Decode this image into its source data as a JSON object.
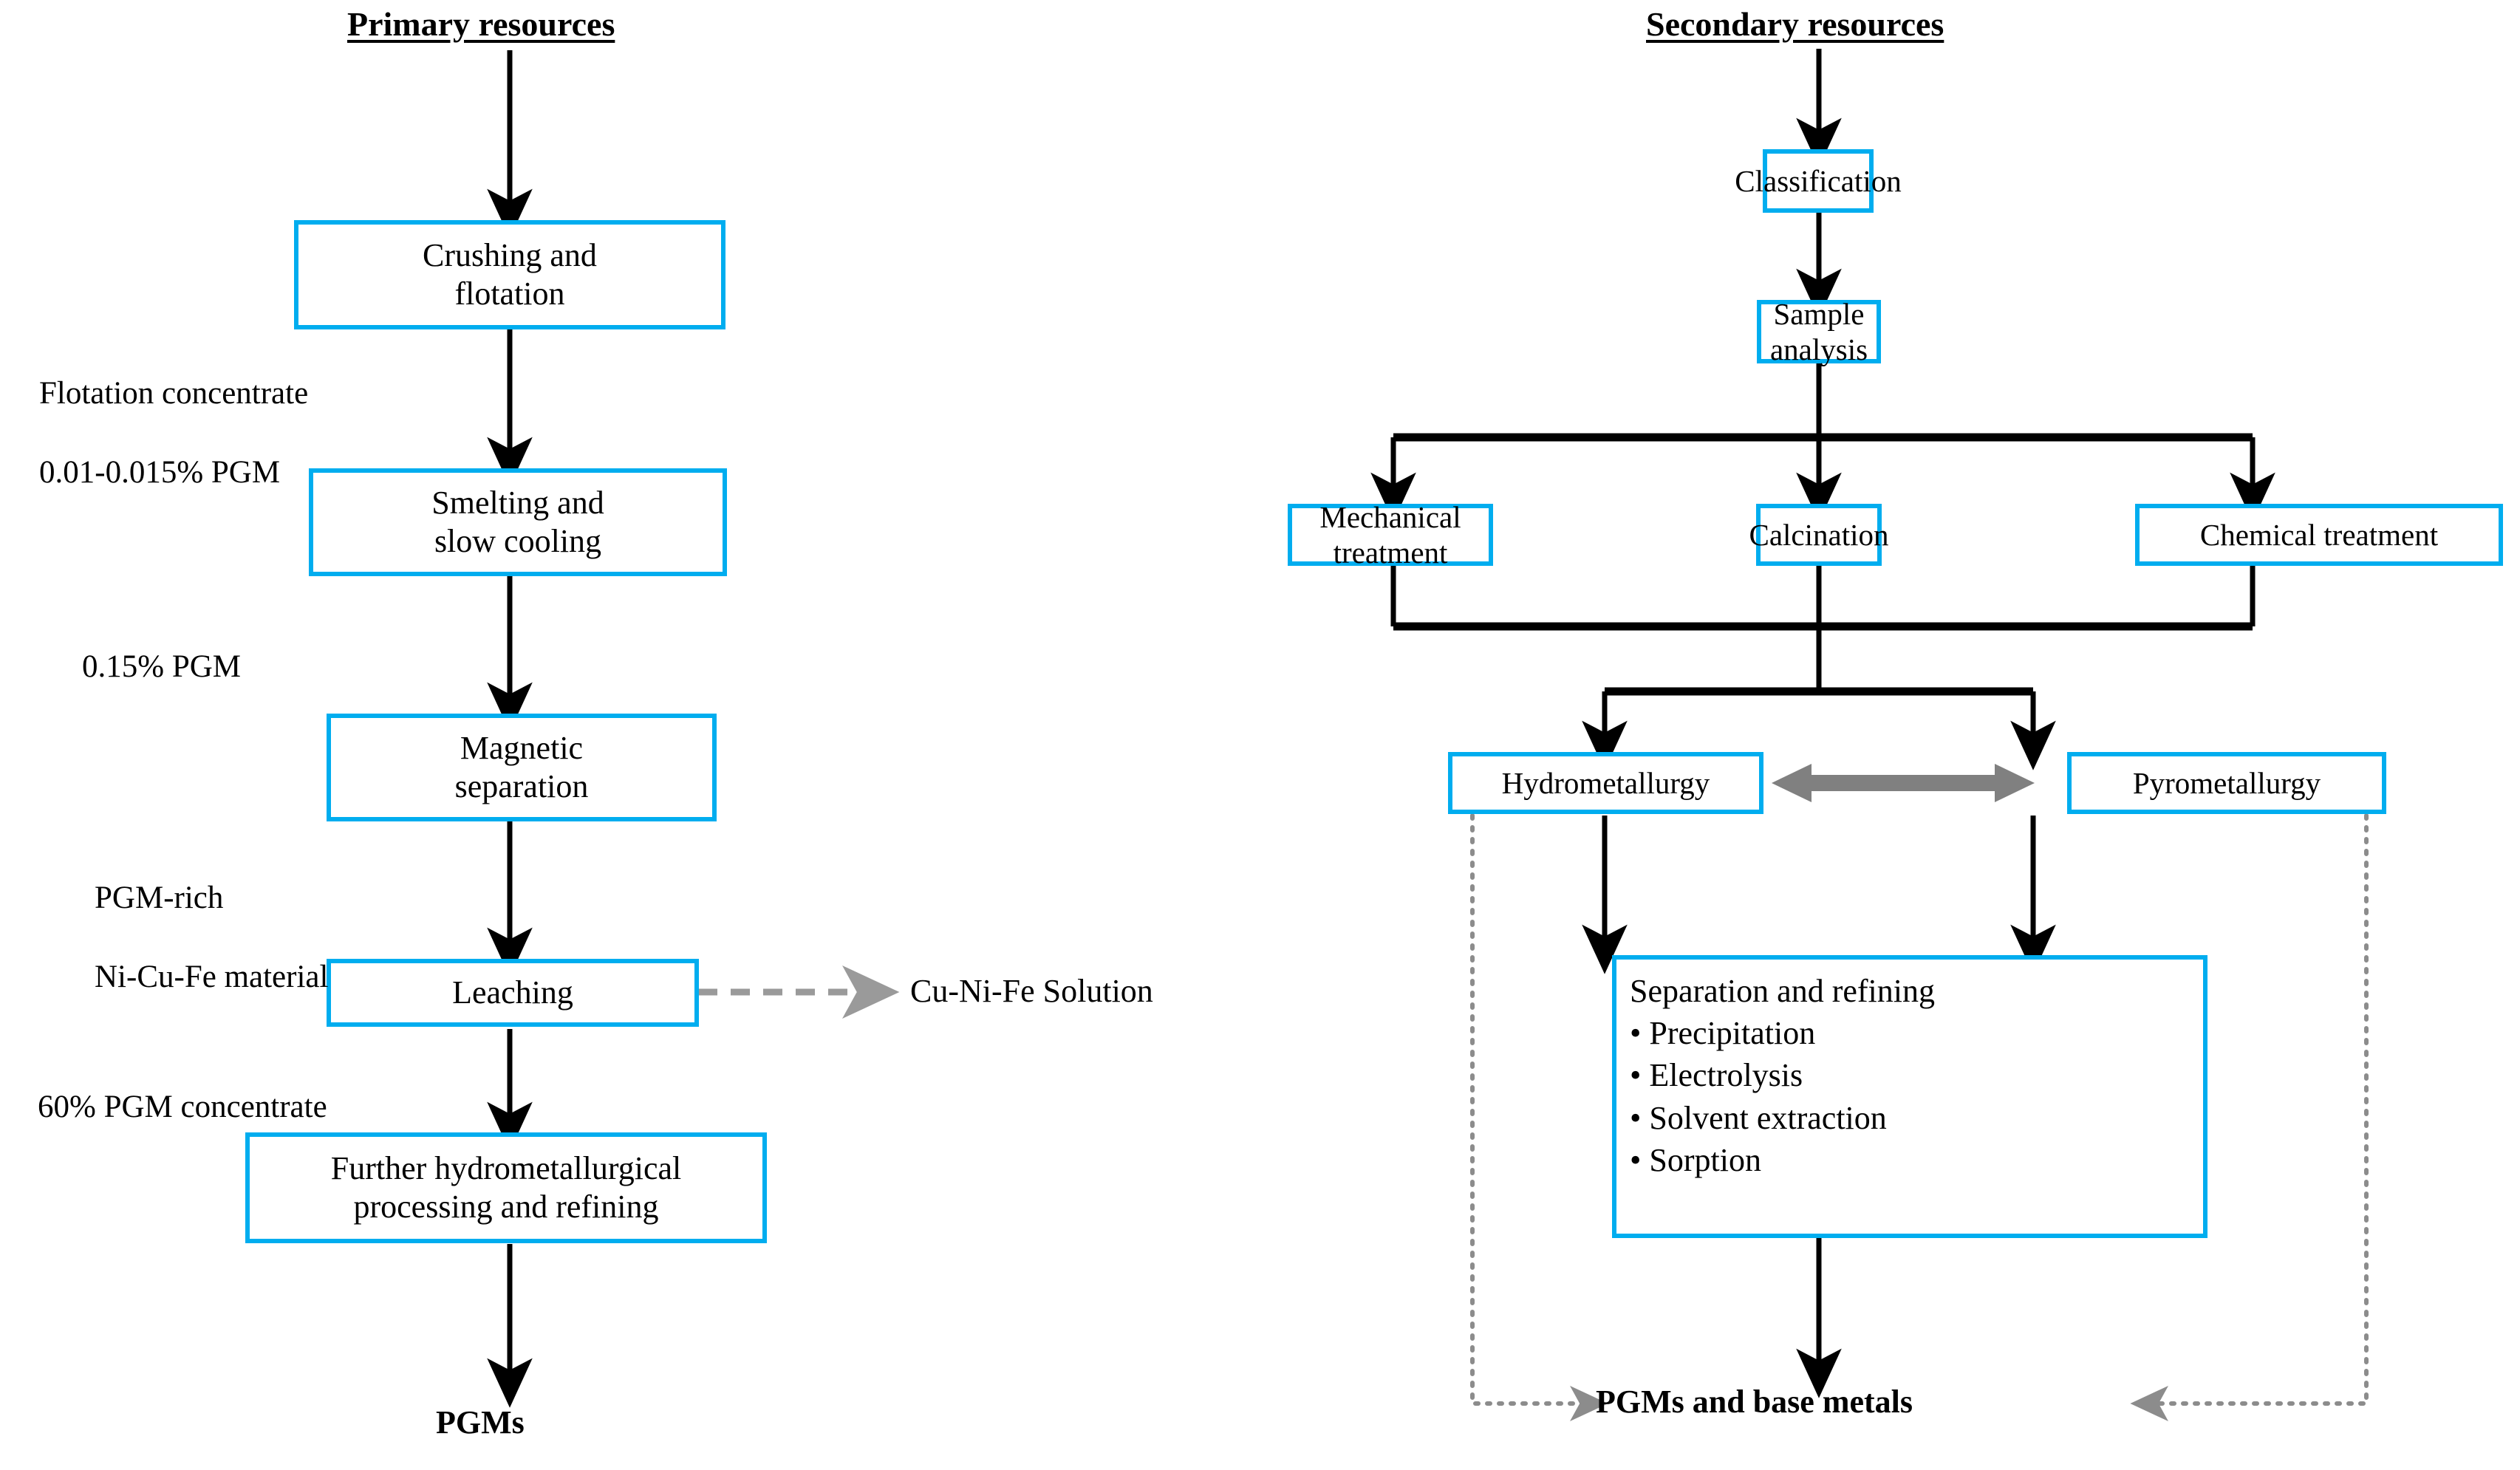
{
  "diagram": {
    "title_primary": "Primary resources",
    "title_secondary": "Secondary resources",
    "accent_color": "#00ADEF",
    "arrow_color": "#000000",
    "dashed_arrow_color": "#9A9A9A",
    "double_arrow_color": "#808080",
    "dotted_feedback_color": "#8C8C8C"
  },
  "primary": {
    "boxes": [
      {
        "id": "crushing-flotation",
        "line1": "Crushing and",
        "line2": "flotation"
      },
      {
        "id": "smelting-slow-cooling",
        "line1": "Smelting and",
        "line2": "slow cooling"
      },
      {
        "id": "magnetic-separation",
        "line1": "Magnetic",
        "line2": "separation"
      },
      {
        "id": "leaching",
        "line1": "Leaching",
        "line2": ""
      },
      {
        "id": "further-hydrometallurgical",
        "line1": "Further hydrometallurgical",
        "line2": "processing and refining"
      }
    ],
    "stream_labels": [
      {
        "id": "flotation-concentrate",
        "line1": "Flotation concentrate",
        "line2": "0.01-0.015% PGM"
      },
      {
        "id": "grade-015",
        "line1": "0.15% PGM",
        "line2": ""
      },
      {
        "id": "pgm-rich-nicufe",
        "line1": "PGM-rich",
        "line2": "Ni-Cu-Fe material"
      },
      {
        "id": "pgm-concentrate-60",
        "line1": "60% PGM concentrate",
        "line2": ""
      }
    ],
    "side_output": "Cu-Ni-Fe Solution",
    "terminal": "PGMs"
  },
  "secondary": {
    "boxes": [
      {
        "id": "classification",
        "label": "Classification"
      },
      {
        "id": "sample-analysis",
        "label": "Sample analysis"
      },
      {
        "id": "mechanical-treatment",
        "label": "Mechanical treatment"
      },
      {
        "id": "calcination",
        "label": "Calcination"
      },
      {
        "id": "chemical-treatment",
        "label": "Chemical treatment"
      },
      {
        "id": "hydrometallurgy",
        "label": "Hydrometallurgy"
      },
      {
        "id": "pyrometallurgy",
        "label": "Pyrometallurgy"
      }
    ],
    "separation_box": {
      "heading": "Separation and refining",
      "items": [
        "• Precipitation",
        "• Electrolysis",
        "• Solvent extraction",
        "• Sorption"
      ]
    },
    "terminal": "PGMs and base metals"
  }
}
